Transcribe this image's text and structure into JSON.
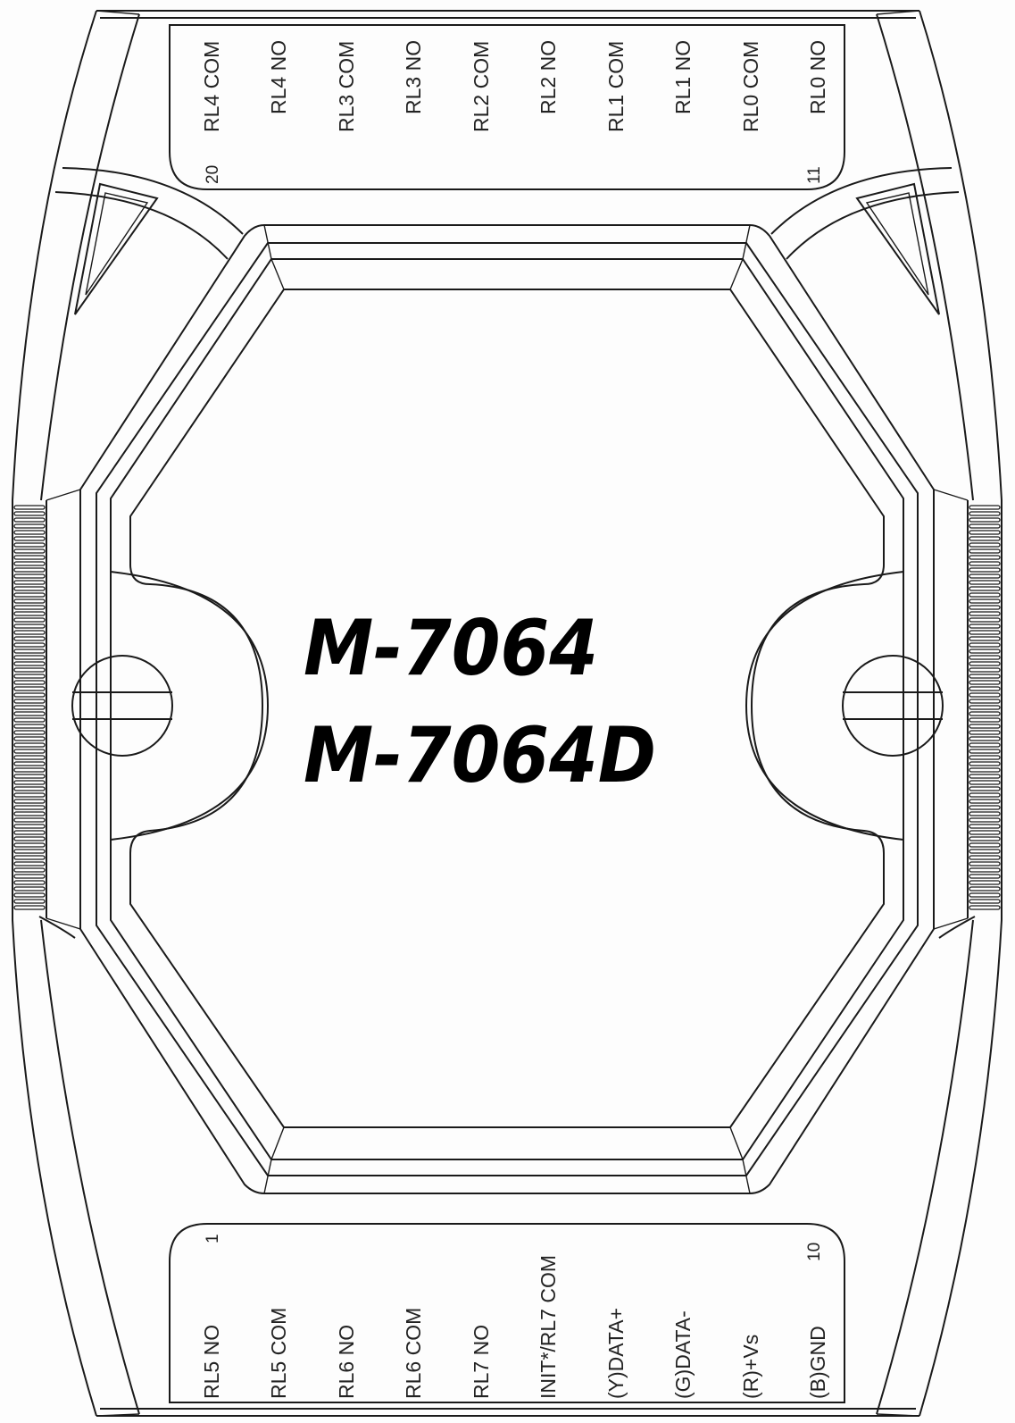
{
  "model": {
    "line1": "M-7064",
    "line2": "M-7064D"
  },
  "top_connector": {
    "start_pin": "20",
    "end_pin": "11",
    "labels": [
      "RL4 COM",
      "RL4 NO",
      "RL3 COM",
      "RL3 NO",
      "RL2 COM",
      "RL2 NO",
      "RL1 COM",
      "RL1 NO",
      "RL0 COM",
      "RL0 NO"
    ]
  },
  "bottom_connector": {
    "start_pin": "1",
    "end_pin": "10",
    "labels": [
      "RL5 NO",
      "RL5 COM",
      "RL6 NO",
      "RL6 COM",
      "RL7 NO",
      "INIT*/RL7 COM",
      "(Y)DATA+",
      "(G)DATA-",
      "(R)+Vs",
      "(B)GND"
    ]
  },
  "colors": {
    "line": "#1a1a1a",
    "background": "#fdfdfd"
  }
}
